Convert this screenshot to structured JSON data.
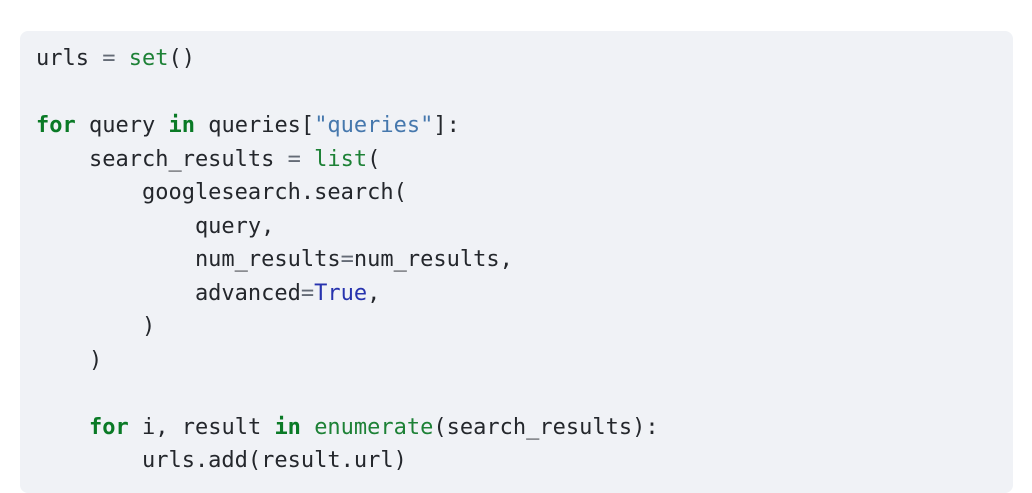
{
  "code_block": {
    "colors": {
      "page_bg": "#ffffff",
      "block_bg": "#f0f2f6",
      "plain": "#24272c",
      "keyword": "#0a7a26",
      "builtin": "#1d8136",
      "operator": "#646b76",
      "string": "#4678ad",
      "literal": "#2733ae"
    },
    "lines": [
      {
        "tokens": [
          {
            "t": "urls ",
            "c": "pln"
          },
          {
            "t": "=",
            "c": "op"
          },
          {
            "t": " ",
            "c": "pln"
          },
          {
            "t": "set",
            "c": "bi"
          },
          {
            "t": "()",
            "c": "pln"
          }
        ]
      },
      {
        "tokens": []
      },
      {
        "tokens": [
          {
            "t": "for",
            "c": "kw"
          },
          {
            "t": " query ",
            "c": "pln"
          },
          {
            "t": "in",
            "c": "kw"
          },
          {
            "t": " queries[",
            "c": "pln"
          },
          {
            "t": "\"queries\"",
            "c": "str"
          },
          {
            "t": "]:",
            "c": "pln"
          }
        ]
      },
      {
        "tokens": [
          {
            "t": "    search_results ",
            "c": "pln"
          },
          {
            "t": "=",
            "c": "op"
          },
          {
            "t": " ",
            "c": "pln"
          },
          {
            "t": "list",
            "c": "bi"
          },
          {
            "t": "(",
            "c": "pln"
          }
        ]
      },
      {
        "tokens": [
          {
            "t": "        googlesearch.search(",
            "c": "pln"
          }
        ]
      },
      {
        "tokens": [
          {
            "t": "            query,",
            "c": "pln"
          }
        ]
      },
      {
        "tokens": [
          {
            "t": "            num_results",
            "c": "pln"
          },
          {
            "t": "=",
            "c": "op"
          },
          {
            "t": "num_results,",
            "c": "pln"
          }
        ]
      },
      {
        "tokens": [
          {
            "t": "            advanced",
            "c": "pln"
          },
          {
            "t": "=",
            "c": "op"
          },
          {
            "t": "True",
            "c": "lit"
          },
          {
            "t": ",",
            "c": "pln"
          }
        ]
      },
      {
        "tokens": [
          {
            "t": "        )",
            "c": "pln"
          }
        ]
      },
      {
        "tokens": [
          {
            "t": "    )",
            "c": "pln"
          }
        ]
      },
      {
        "tokens": []
      },
      {
        "tokens": [
          {
            "t": "    ",
            "c": "pln"
          },
          {
            "t": "for",
            "c": "kw"
          },
          {
            "t": " i, result ",
            "c": "pln"
          },
          {
            "t": "in",
            "c": "kw"
          },
          {
            "t": " ",
            "c": "pln"
          },
          {
            "t": "enumerate",
            "c": "bi"
          },
          {
            "t": "(search_results):",
            "c": "pln"
          }
        ]
      },
      {
        "tokens": [
          {
            "t": "        urls.add(result.url)",
            "c": "pln"
          }
        ]
      }
    ]
  }
}
